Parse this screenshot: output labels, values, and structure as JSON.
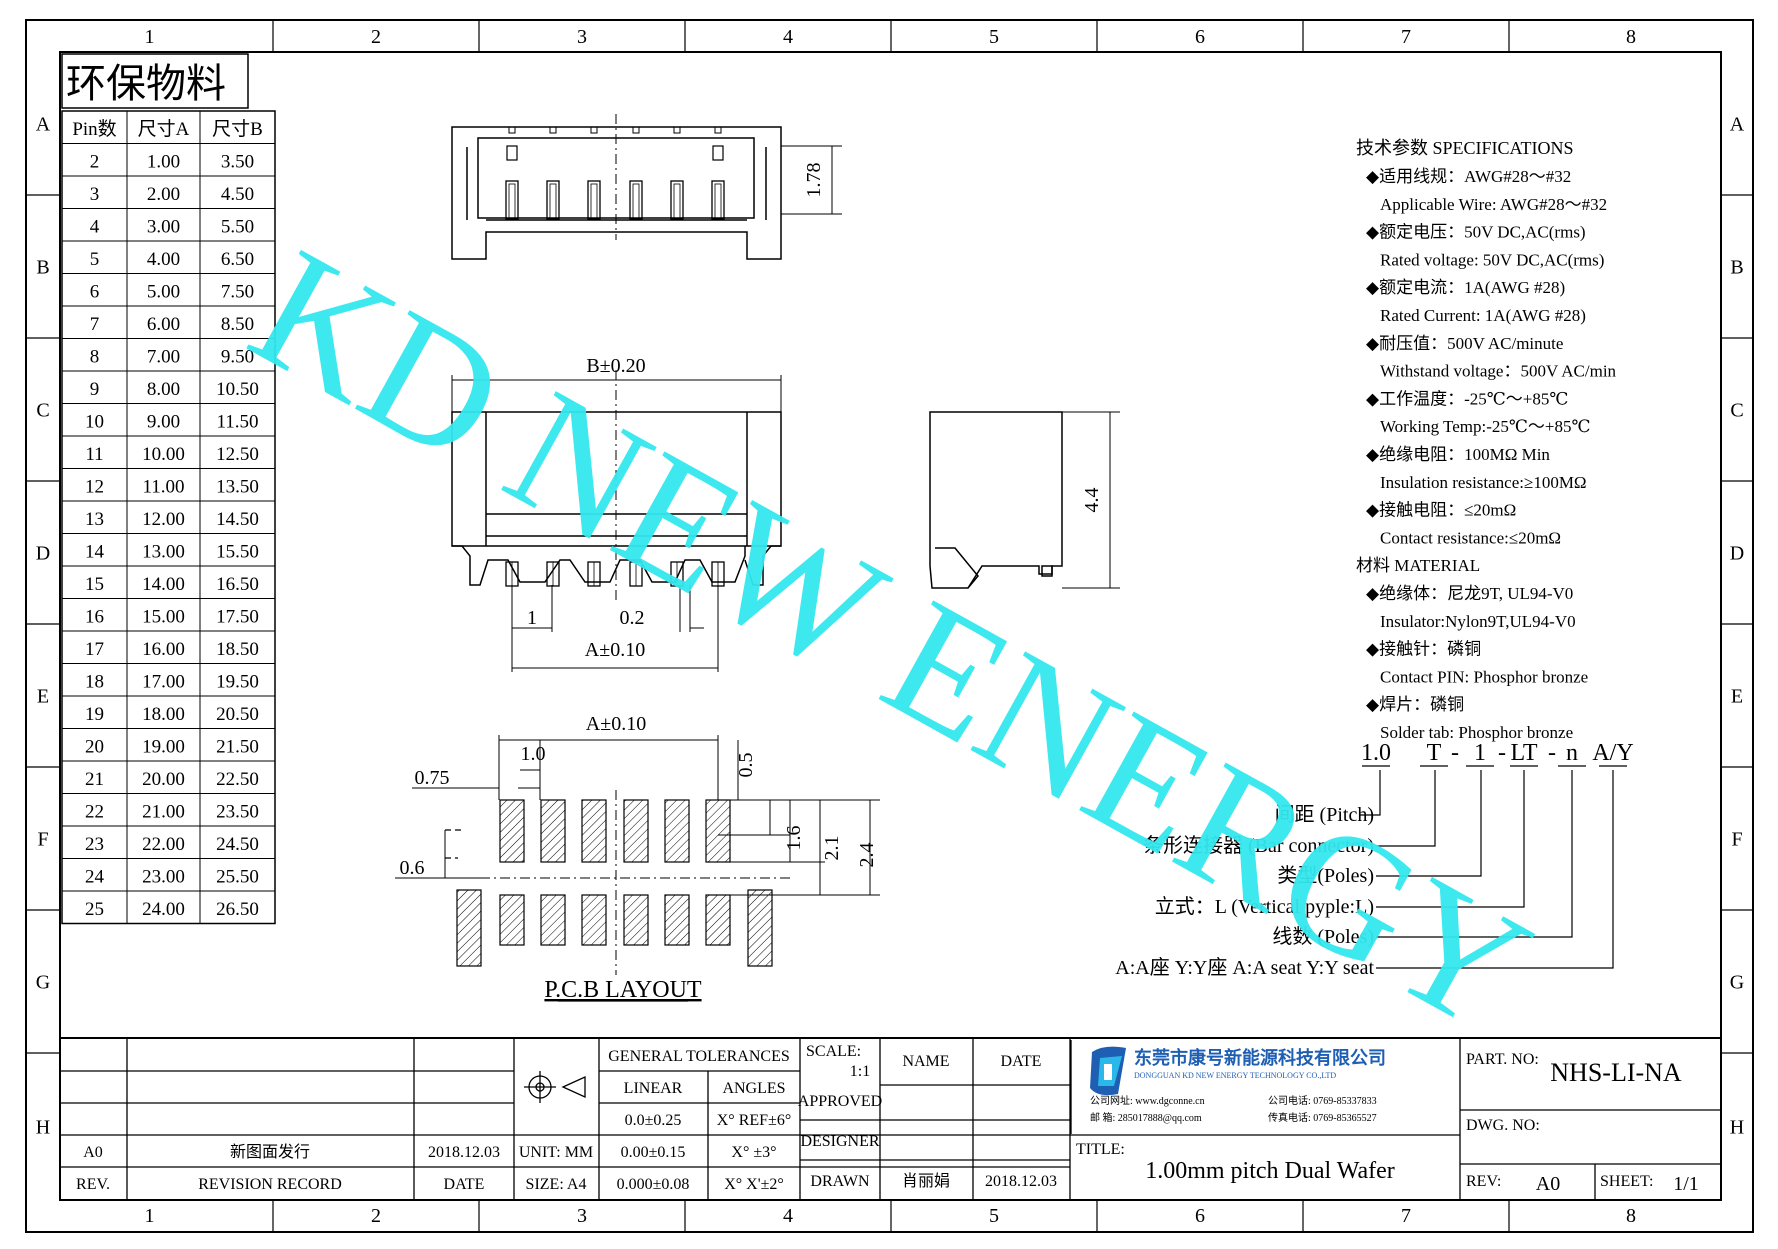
{
  "frame": {
    "col_labels": [
      "1",
      "2",
      "3",
      "4",
      "5",
      "6",
      "7",
      "8"
    ],
    "row_labels": [
      "A",
      "B",
      "C",
      "D",
      "E",
      "F",
      "G",
      "H"
    ]
  },
  "watermark": "KD NEW ENERGY",
  "material_stamp": "环保物料",
  "pin_table": {
    "headers": [
      "Pin数",
      "尺寸A",
      "尺寸B"
    ],
    "rows": [
      [
        "2",
        "1.00",
        "3.50"
      ],
      [
        "3",
        "2.00",
        "4.50"
      ],
      [
        "4",
        "3.00",
        "5.50"
      ],
      [
        "5",
        "4.00",
        "6.50"
      ],
      [
        "6",
        "5.00",
        "7.50"
      ],
      [
        "7",
        "6.00",
        "8.50"
      ],
      [
        "8",
        "7.00",
        "9.50"
      ],
      [
        "9",
        "8.00",
        "10.50"
      ],
      [
        "10",
        "9.00",
        "11.50"
      ],
      [
        "11",
        "10.00",
        "12.50"
      ],
      [
        "12",
        "11.00",
        "13.50"
      ],
      [
        "13",
        "12.00",
        "14.50"
      ],
      [
        "14",
        "13.00",
        "15.50"
      ],
      [
        "15",
        "14.00",
        "16.50"
      ],
      [
        "16",
        "15.00",
        "17.50"
      ],
      [
        "17",
        "16.00",
        "18.50"
      ],
      [
        "18",
        "17.00",
        "19.50"
      ],
      [
        "19",
        "18.00",
        "20.50"
      ],
      [
        "20",
        "19.00",
        "21.50"
      ],
      [
        "21",
        "20.00",
        "22.50"
      ],
      [
        "22",
        "21.00",
        "23.50"
      ],
      [
        "23",
        "22.00",
        "24.50"
      ],
      [
        "24",
        "23.00",
        "25.50"
      ],
      [
        "25",
        "24.00",
        "26.50"
      ]
    ]
  },
  "dimensions": {
    "top_height": "1.78",
    "front_width": "B±0.20",
    "pitch": "1",
    "pin_width": "0.2",
    "front_a": "A±0.10",
    "side_height": "4.4",
    "pcb_a": "A±0.10",
    "pcb_pitch": "1.0",
    "pcb_075": "0.75",
    "pcb_05": "0.5",
    "pcb_06": "0.6",
    "pcb_16": "1.6",
    "pcb_21": "2.1",
    "pcb_24": "2.4",
    "pcb_title": "P.C.B LAYOUT"
  },
  "specs": {
    "title": "技术参数  SPECIFICATIONS",
    "lines": [
      "◆适用线规：AWG#28～#32",
      "Applicable Wire: AWG#28～#32",
      "◆额定电压：50V DC,AC(rms)",
      "Rated voltage: 50V DC,AC(rms)",
      "◆额定电流：1A(AWG #28)",
      "Rated Current: 1A(AWG #28)",
      "◆耐压值：500V AC/minute",
      "Withstand voltage：500V AC/min",
      "◆工作温度：-25℃～+85℃",
      "Working Temp:-25℃～+85℃",
      "◆绝缘电阻：100MΩ Min",
      "Insulation resistance:≥100MΩ",
      "◆接触电阻：≤20mΩ",
      "Contact resistance:≤20mΩ",
      "材料  MATERIAL",
      "◆绝缘体：尼龙9T, UL94-V0",
      "Insulator:Nylon9T,UL94-V0",
      "◆接触针：磷铜",
      "Contact PIN: Phosphor bronze",
      "◆焊片：磷铜",
      "Solder tab: Phosphor bronze"
    ]
  },
  "part_code": {
    "segments": [
      "1.0",
      "T",
      "-",
      "1",
      "-",
      "LT",
      "-",
      "n",
      "A/Y"
    ],
    "legend": [
      "间距 (Pitch)",
      "条形连接器 (Bar connector)",
      "类型(Poles)",
      "立式：L (Vertical pyple:L)",
      "线数 (Poles)",
      "A:A座 Y:Y座 A:A seat Y:Y seat"
    ]
  },
  "title_block": {
    "rev_value": "A0",
    "rev_record_value": "新图面发行",
    "rev_date_value": "2018.12.03",
    "rev_label": "REV.",
    "revision_record_label": "REVISION RECORD",
    "date_label": "DATE",
    "general_tolerances": "GENERAL TOLERANCES",
    "linear": "LINEAR",
    "angles": "ANGLES",
    "tol_rows": [
      [
        "0.0±0.25",
        "X° REF±6°"
      ],
      [
        "0.00±0.15",
        "X° ±3°"
      ],
      [
        "0.000±0.08",
        "X° X'±2°"
      ]
    ],
    "unit": "UNIT: MM",
    "size": "SIZE: A4",
    "scale_label": "SCALE:",
    "scale_value": "1:1",
    "name_label": "NAME",
    "date_col_label": "DATE",
    "approved": "APPROVED",
    "designer": "DESIGNER",
    "drawn": "DRAWN",
    "drawn_name": "肖丽娟",
    "drawn_date": "2018.12.03",
    "company_cn": "东莞市康号新能源科技有限公司",
    "company_en": "DONGGUAN KD NEW ENERGY TECHNOLOGY CO.,LTD",
    "company_web": "公司网址: www.dgconne.cn",
    "company_tel": "公司电话: 0769-85337833",
    "company_mail": "邮    箱: 285017888@qq.com",
    "company_fax": "传真电话: 0769-85365527",
    "title_label": "TITLE:",
    "title_value": "1.00mm pitch Dual Wafer",
    "part_no_label": "PART. NO:",
    "part_no_value": "NHS-LI-NA",
    "dwg_no_label": "DWG. NO:",
    "rev_bottom_label": "REV:",
    "rev_bottom_value": "A0",
    "sheet_label": "SHEET:",
    "sheet_value": "1/1"
  },
  "colors": {
    "watermark": "#33e8ef",
    "logo_blue": "#1e5fb4",
    "logo_cyan": "#2ab8e8"
  }
}
